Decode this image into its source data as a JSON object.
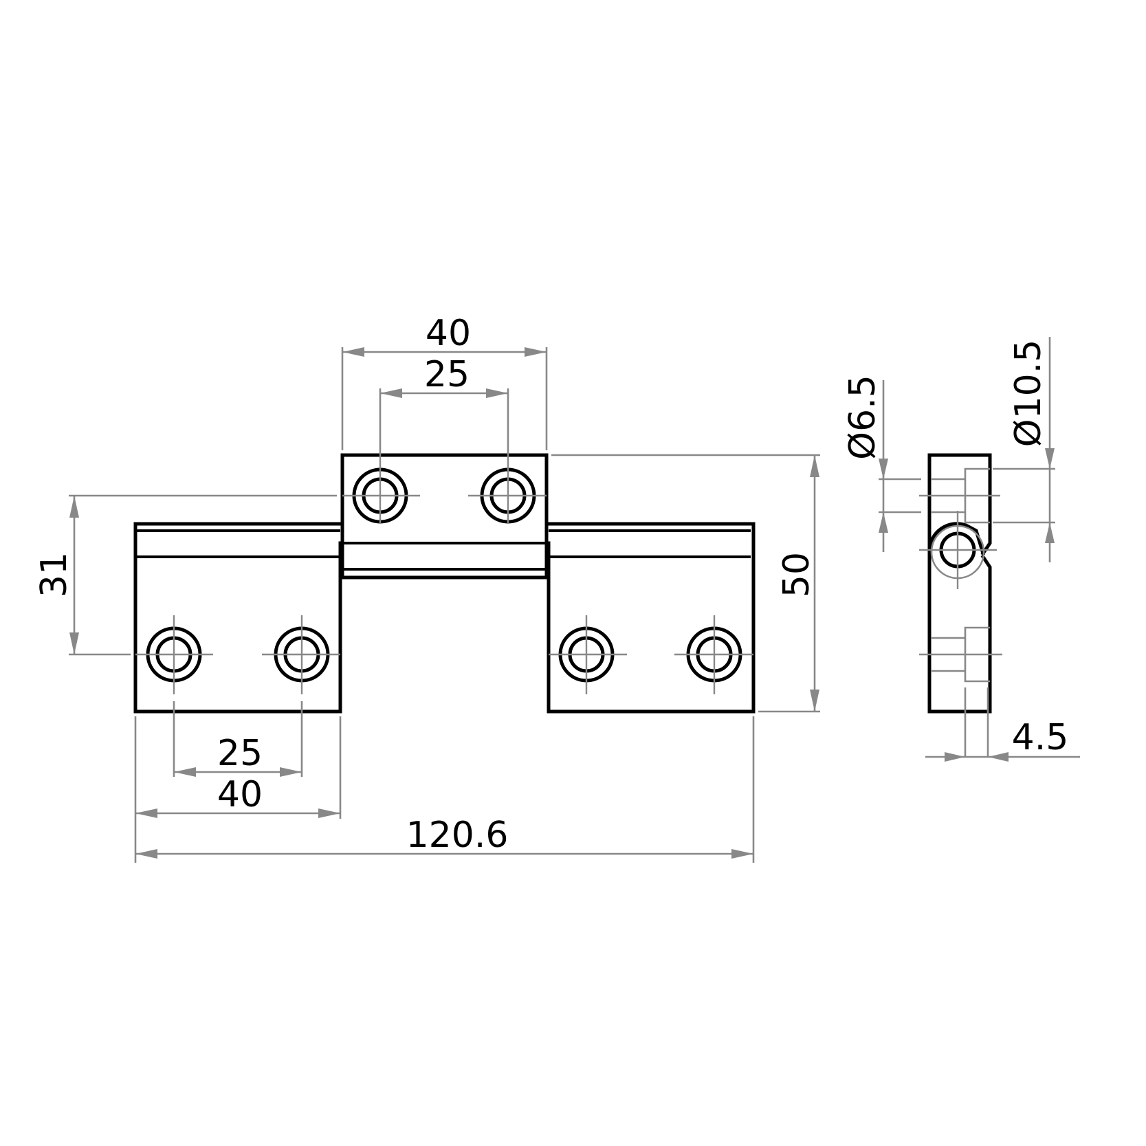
{
  "drawing": {
    "title": "Lift-off hinge technical drawing",
    "colors": {
      "object_line": "#000000",
      "dimension_line": "#888888",
      "background": "#ffffff"
    },
    "front_view": {
      "dimensions": {
        "top_overall_width": "40",
        "top_hole_spacing": "25",
        "bottom_left_hole_spacing": "25",
        "bottom_left_leaf_width": "40",
        "overall_length": "120.6",
        "hole_vertical_offset": "31",
        "overall_height": "50"
      }
    },
    "side_view": {
      "dimensions": {
        "counterbore_diameter": "Ø10.5",
        "hole_diameter": "Ø6.5",
        "leaf_thickness": "4.5"
      }
    }
  }
}
